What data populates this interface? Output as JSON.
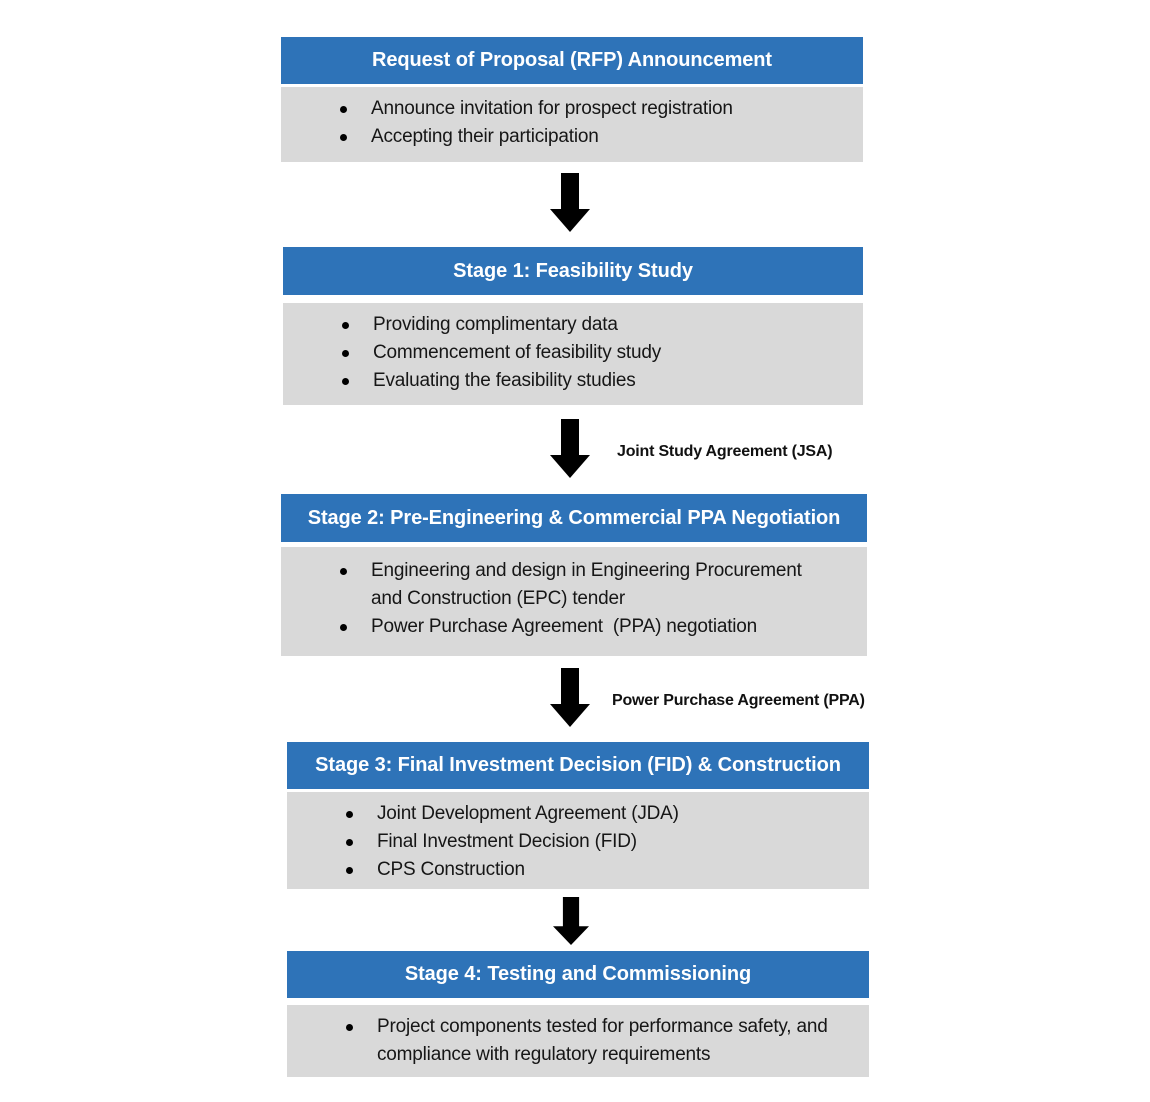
{
  "colors": {
    "header_bg": "#2E73B8",
    "header_text": "#FFFFFF",
    "body_bg": "#D9D9D9",
    "body_text": "#161616",
    "arrow": "#000000",
    "page_bg": "#FFFFFF"
  },
  "flow": {
    "stages": [
      {
        "title": "Request of Proposal (RFP) Announcement",
        "bullets": [
          "Announce invitation for prospect registration",
          "Accepting their participation"
        ]
      },
      {
        "title": "Stage 1: Feasibility Study",
        "bullets": [
          "Providing complimentary data",
          "Commencement of feasibility study",
          "Evaluating the feasibility studies"
        ]
      },
      {
        "title": "Stage 2: Pre-Engineering & Commercial PPA Negotiation",
        "bullets": [
          "Engineering and design in Engineering Procurement and Construction (EPC) tender",
          "Power Purchase Agreement  (PPA) negotiation"
        ]
      },
      {
        "title": "Stage 3: Final Investment Decision (FID) & Construction",
        "bullets": [
          "Joint Development Agreement (JDA)",
          "Final Investment Decision (FID)",
          "CPS Construction"
        ]
      },
      {
        "title": "Stage 4: Testing and Commissioning",
        "bullets": [
          "Project components tested for performance safety, and compliance with regulatory requirements"
        ]
      }
    ],
    "connectors": [
      {
        "label": ""
      },
      {
        "label": "Joint Study Agreement (JSA)"
      },
      {
        "label": "Power Purchase Agreement (PPA)"
      },
      {
        "label": ""
      }
    ]
  }
}
